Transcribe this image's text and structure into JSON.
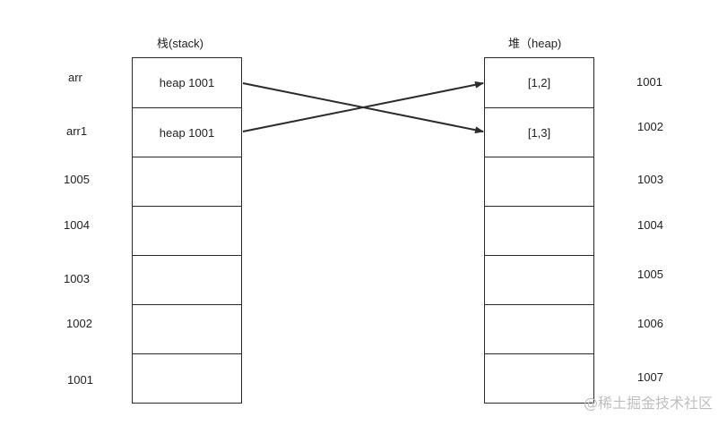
{
  "stack": {
    "title": "栈(stack)",
    "side_labels": [
      "arr",
      "arr1",
      "1005",
      "1004",
      "1003",
      "1002",
      "1001"
    ],
    "cells": [
      "heap 1001",
      "heap 1001",
      "",
      "",
      "",
      "",
      ""
    ]
  },
  "heap": {
    "title": "堆（heap)",
    "side_labels": [
      "1001",
      "1002",
      "1003",
      "1004",
      "1005",
      "1006",
      "1007"
    ],
    "cells": [
      "[1,2]",
      "[1,3]",
      "",
      "",
      "",
      "",
      ""
    ]
  },
  "arrows": [
    {
      "from": "stack.0",
      "to": "heap.1"
    },
    {
      "from": "stack.1",
      "to": "heap.0"
    }
  ],
  "watermark": "@稀土掘金技术社区",
  "colors": {
    "line": "#2b2b2b",
    "watermark": "#bfbfbf"
  }
}
